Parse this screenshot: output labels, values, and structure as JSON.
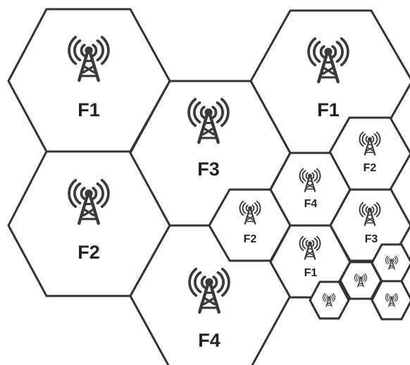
{
  "frequency_reuse_diagram": {
    "icon": "cell-tower-icon",
    "colors": {
      "outline": "#333333",
      "icon": "#3a3a3a",
      "text": "#222222",
      "background": "#ffffff"
    },
    "cells": [
      {
        "label": "F1"
      },
      {
        "label": "F2"
      },
      {
        "label": "F3"
      },
      {
        "label": "F4"
      },
      {
        "label": "F1"
      },
      {
        "label": "F2"
      },
      {
        "label": "F4"
      },
      {
        "label": "F2"
      },
      {
        "label": "F3"
      },
      {
        "label": "F1"
      },
      {
        "label": ""
      },
      {
        "label": ""
      },
      {
        "label": ""
      },
      {
        "label": ""
      }
    ]
  }
}
